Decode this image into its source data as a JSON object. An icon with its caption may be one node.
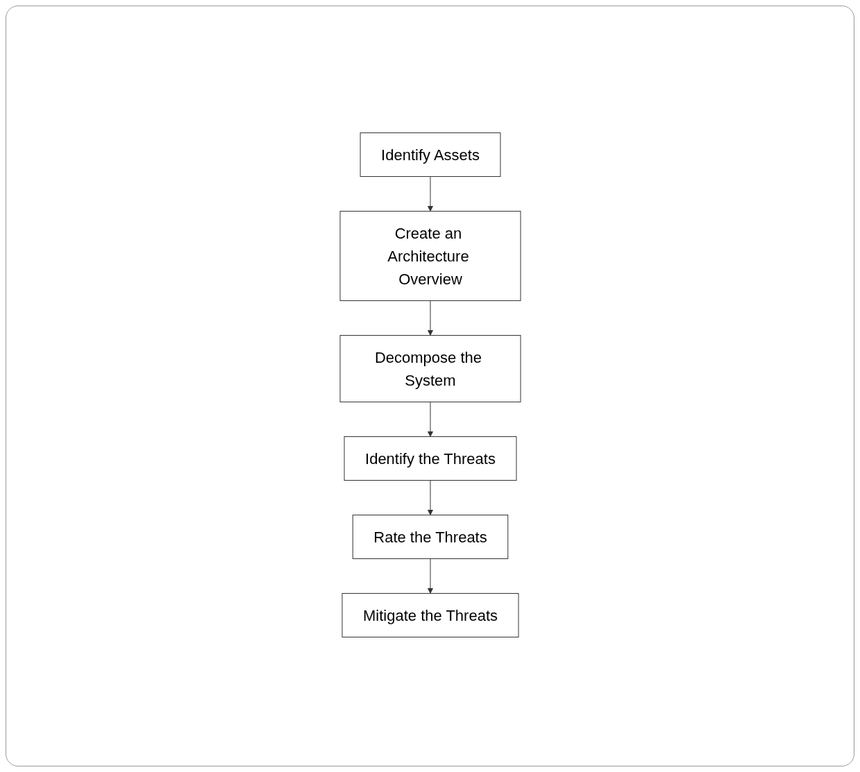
{
  "diagram": {
    "nodes": [
      {
        "text": [
          "Identify Assets"
        ]
      },
      {
        "text": [
          "Create an Architecture Overview"
        ]
      },
      {
        "text": [
          "Decompose the System"
        ]
      },
      {
        "text": [
          "Identify the Threats"
        ]
      },
      {
        "text": [
          "Rate the Threats"
        ]
      },
      {
        "text": [
          "Mitigate the Threats"
        ]
      }
    ],
    "edges": [
      {
        "from": 0,
        "to": 1,
        "arrow": "to"
      },
      {
        "from": 1,
        "to": 2,
        "arrow": "to"
      },
      {
        "from": 2,
        "to": 3,
        "arrow": "to"
      },
      {
        "from": 3,
        "to": 4,
        "arrow": "to"
      },
      {
        "from": 4,
        "to": 5,
        "arrow": "to"
      }
    ]
  }
}
